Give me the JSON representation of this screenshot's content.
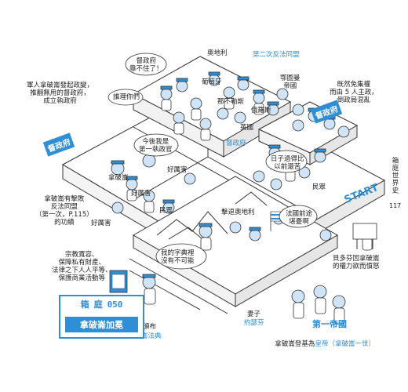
{
  "titles": {
    "chapter_box_char1": "箱",
    "chapter_box_char2": "庭",
    "chapter_box_num": "050",
    "chapter_box_title": "拿破崙加冕"
  },
  "side": {
    "vertical_title": "箱庭世界史",
    "page_number": "117"
  },
  "signs": {
    "left_sign": "督政府",
    "right_sign": "督政府",
    "start": "START"
  },
  "labels": {
    "austria": "奧地利",
    "second_coalition": "第二次反法同盟",
    "ottoman": "鄂圖曼\n帝國",
    "portugal": "葡萄牙",
    "naples": "那不勒斯",
    "russia": "俄羅斯",
    "britain": "英國",
    "directory_blue": "督政府",
    "directory_cant_rely": "督政府\n靠不住了！",
    "help_us": "誰理你們",
    "military_text": "軍人拿破崙發起政變，\n推翻無用的督政府，\n成立執政府",
    "napoleon_name": "拿破崙",
    "first_consul": "今後我是\n第一執政官",
    "good_things1": "好厲害",
    "good_things2": "好厲害",
    "good_things3": "好厲害",
    "people": "民眾",
    "people2": "民眾",
    "defeat_austria": "擊退奧地利",
    "five_directors": "既然免集權\n而由 5 人主政，\n倒政局混亂",
    "better_days": "日子過得比\n以前還苦",
    "law_dictator": "法國前途\n堪憂啊",
    "beethoven": "貝多芬因拿破崙\n的權力欲而憤怒",
    "left_credit": "拿破崙有擊敗\n反法同盟\n（第一次，P.115）\n的功績",
    "dict_impossible": "我的字典裡\n沒有不可能",
    "religion": "宗教寬容、\n保障私有財產、\n法律之下人人平等、\n保護商業活動等",
    "code_label1": "頒布",
    "code_label2": "拿破崙法典",
    "wife_label1": "妻子",
    "wife_label2": "約瑟芬",
    "first_empire": "第一帝國",
    "crowned": "拿破崙登基為",
    "emperor": "皇帝",
    "emperor_paren": "（拿破崙一世）"
  },
  "colors": {
    "accent": "#2f8fd6",
    "line": "#333333",
    "fill_light": "#e3f0fa"
  }
}
